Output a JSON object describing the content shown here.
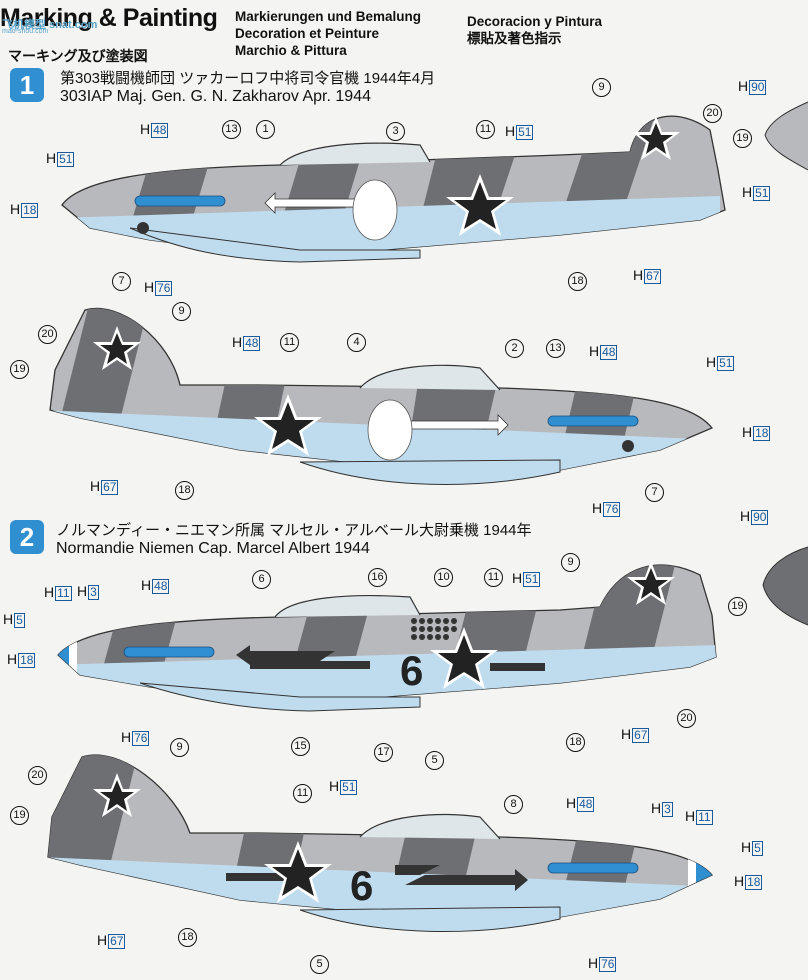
{
  "header": {
    "title": "Marking & Painting",
    "watermark": "飞机模型 snat.com",
    "watermark_sub": "mao-shou.com",
    "languages_col1": [
      "Markierungen und Bemalung",
      "Decoration et Peinture",
      "Marchio & Pittura"
    ],
    "languages_col2": [
      "Decoracion y Pintura",
      "標貼及著色指示"
    ],
    "japanese_subtitle": "マーキング及び塗装図"
  },
  "schemes": [
    {
      "number": "1",
      "title_jp": "第303戦闘機師団 ツァカーロフ中将司令官機 1944年4月",
      "title_en": "303IAP Maj. Gen. G. N. Zakharov Apr. 1944"
    },
    {
      "number": "2",
      "title_jp": "ノルマンディー・ニエマン所属 マルセル・アルベール大尉乗機 1944年",
      "title_en": "Normandie Niemen Cap. Marcel Albert 1944"
    }
  ],
  "fuselage_code": "6",
  "colors": {
    "gray_light": "#b8b9bc",
    "gray_dark": "#6e6f73",
    "underside": "#bfdcef",
    "accent": "#2f8fd1",
    "star": "#222222"
  },
  "labels": {
    "h18": "18",
    "h51": "51",
    "h48": "48",
    "h76": "76",
    "h67": "67",
    "h90": "90",
    "h11": "11",
    "h3": "3",
    "h5": "5",
    "c1": "1",
    "c2": "2",
    "c3": "3",
    "c4": "4",
    "c5": "5",
    "c6": "6",
    "c7": "7",
    "c8": "8",
    "c9": "9",
    "c10": "10",
    "c11": "11",
    "c13": "13",
    "c15": "15",
    "c16": "16",
    "c17": "17",
    "c18": "18",
    "c19": "19",
    "c20": "20",
    "h": "H"
  }
}
